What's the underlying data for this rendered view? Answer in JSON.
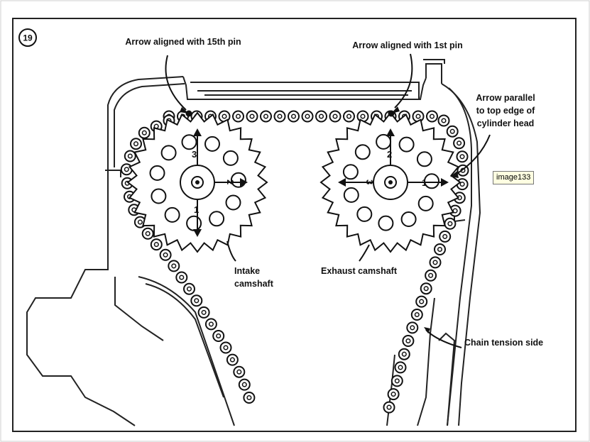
{
  "figure_number": "19",
  "labels": {
    "arrow_15th_pin": "Arrow aligned with 15th pin",
    "arrow_1st_pin": "Arrow aligned with 1st pin",
    "arrow_parallel_1": "Arrow parallel",
    "arrow_parallel_2": "to top edge of",
    "arrow_parallel_3": "cylinder head",
    "intake_1": "Intake",
    "intake_2": "camshaft",
    "exhaust": "Exhaust camshaft",
    "tension": "Chain tension side"
  },
  "sprocket_marks": {
    "intake": [
      "1",
      "2",
      "3"
    ],
    "exhaust": [
      "1",
      "2",
      "3"
    ]
  },
  "tooltip": "image133"
}
